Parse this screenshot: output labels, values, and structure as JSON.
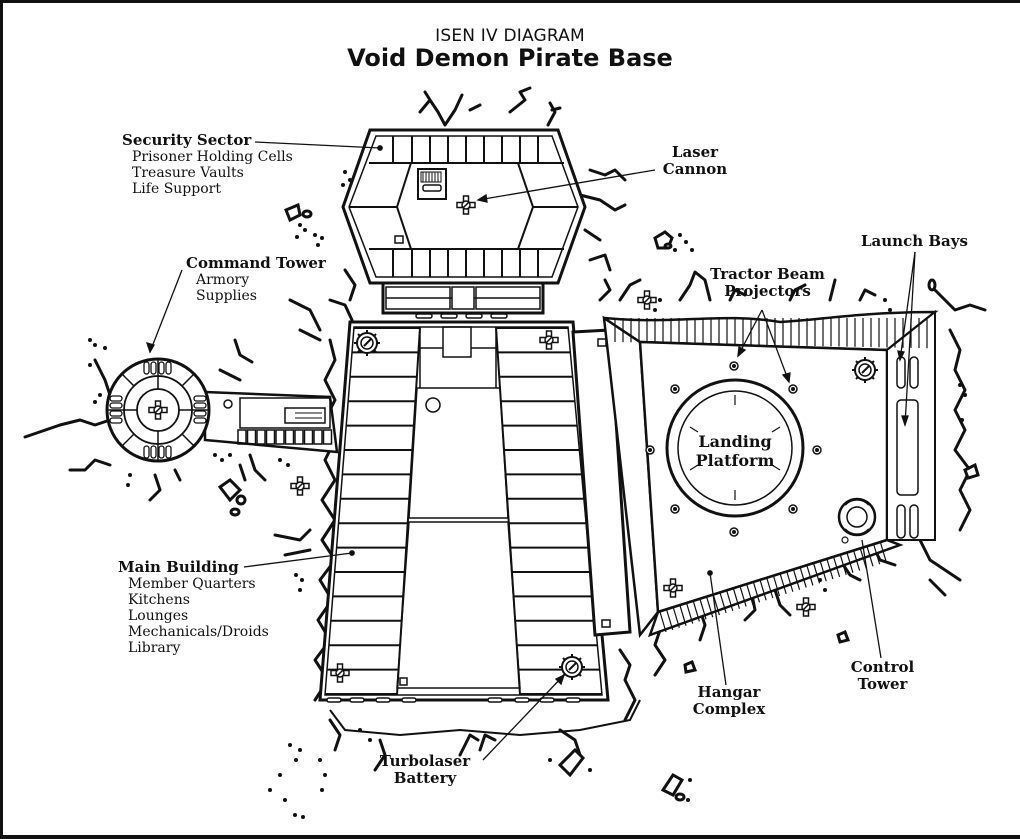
{
  "header": {
    "subtitle": "ISEN IV DIAGRAM",
    "title": "Void Demon Pirate Base"
  },
  "colors": {
    "ink": "#111111",
    "paper": "#ffffff"
  },
  "labels": {
    "security_sector": {
      "title": "Security Sector",
      "items": [
        "Prisoner Holding Cells",
        "Treasure Vaults",
        "Life Support"
      ]
    },
    "command_tower": {
      "title": "Command Tower",
      "items": [
        "Armory",
        "Supplies"
      ]
    },
    "main_building": {
      "title": "Main Building",
      "items": [
        "Member Quarters",
        "Kitchens",
        "Lounges",
        "Mechanicals/Droids",
        "Library"
      ]
    },
    "laser_cannon": {
      "line1": "Laser",
      "line2": "Cannon"
    },
    "tractor_beam": {
      "line1": "Tractor Beam",
      "line2": "Projectors"
    },
    "launch_bays": {
      "line1": "Launch Bays"
    },
    "landing_platform": {
      "line1": "Landing",
      "line2": "Platform"
    },
    "control_tower": {
      "line1": "Control",
      "line2": "Tower"
    },
    "hangar_complex": {
      "line1": "Hangar",
      "line2": "Complex"
    },
    "turbolaser_battery": {
      "line1": "Turbolaser",
      "line2": "Battery"
    }
  }
}
